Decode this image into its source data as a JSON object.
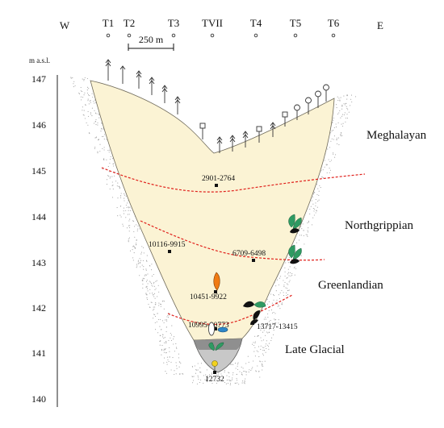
{
  "compass": {
    "west": "W",
    "east": "E"
  },
  "transects": [
    "T1",
    "T2",
    "T3",
    "TVII",
    "T4",
    "T5",
    "T6"
  ],
  "scale_bar": {
    "label": "250 m"
  },
  "axis": {
    "unit_label": "m a.s.l.",
    "ticks": [
      "147",
      "146",
      "145",
      "144",
      "143",
      "142",
      "141",
      "140"
    ]
  },
  "periods": [
    "Meghalayan",
    "Northgrippian",
    "Greenlandian",
    "Late Glacial"
  ],
  "dates": [
    "2901-2764",
    "10116-9915",
    "6709-6498",
    "10451-9922",
    "13717-13415",
    "10995-10773",
    "12732"
  ],
  "colors": {
    "fill_holocene": "#fbf3d4",
    "fill_lateglacial_dark": "#8f8f8f",
    "fill_lateglacial_light": "#c8c8c8",
    "boundary_line": "#e0201b",
    "leaf_green": "#2f9a62",
    "seed_orange": "#f07a12",
    "seed_blue": "#2e86c8",
    "pollen_yellow": "#f2d21e"
  }
}
